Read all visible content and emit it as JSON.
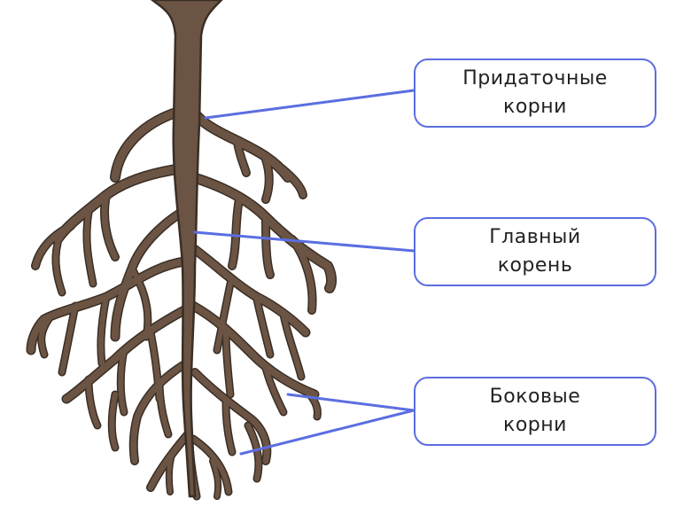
{
  "labels": {
    "adventitious": "Придаточные\nкорни",
    "main": "Главный\nкорень",
    "lateral": "Боковые\nкорни"
  },
  "colors": {
    "root": "#6b5443",
    "outline": "#3a2e25",
    "accent": "#5b6ee1"
  }
}
